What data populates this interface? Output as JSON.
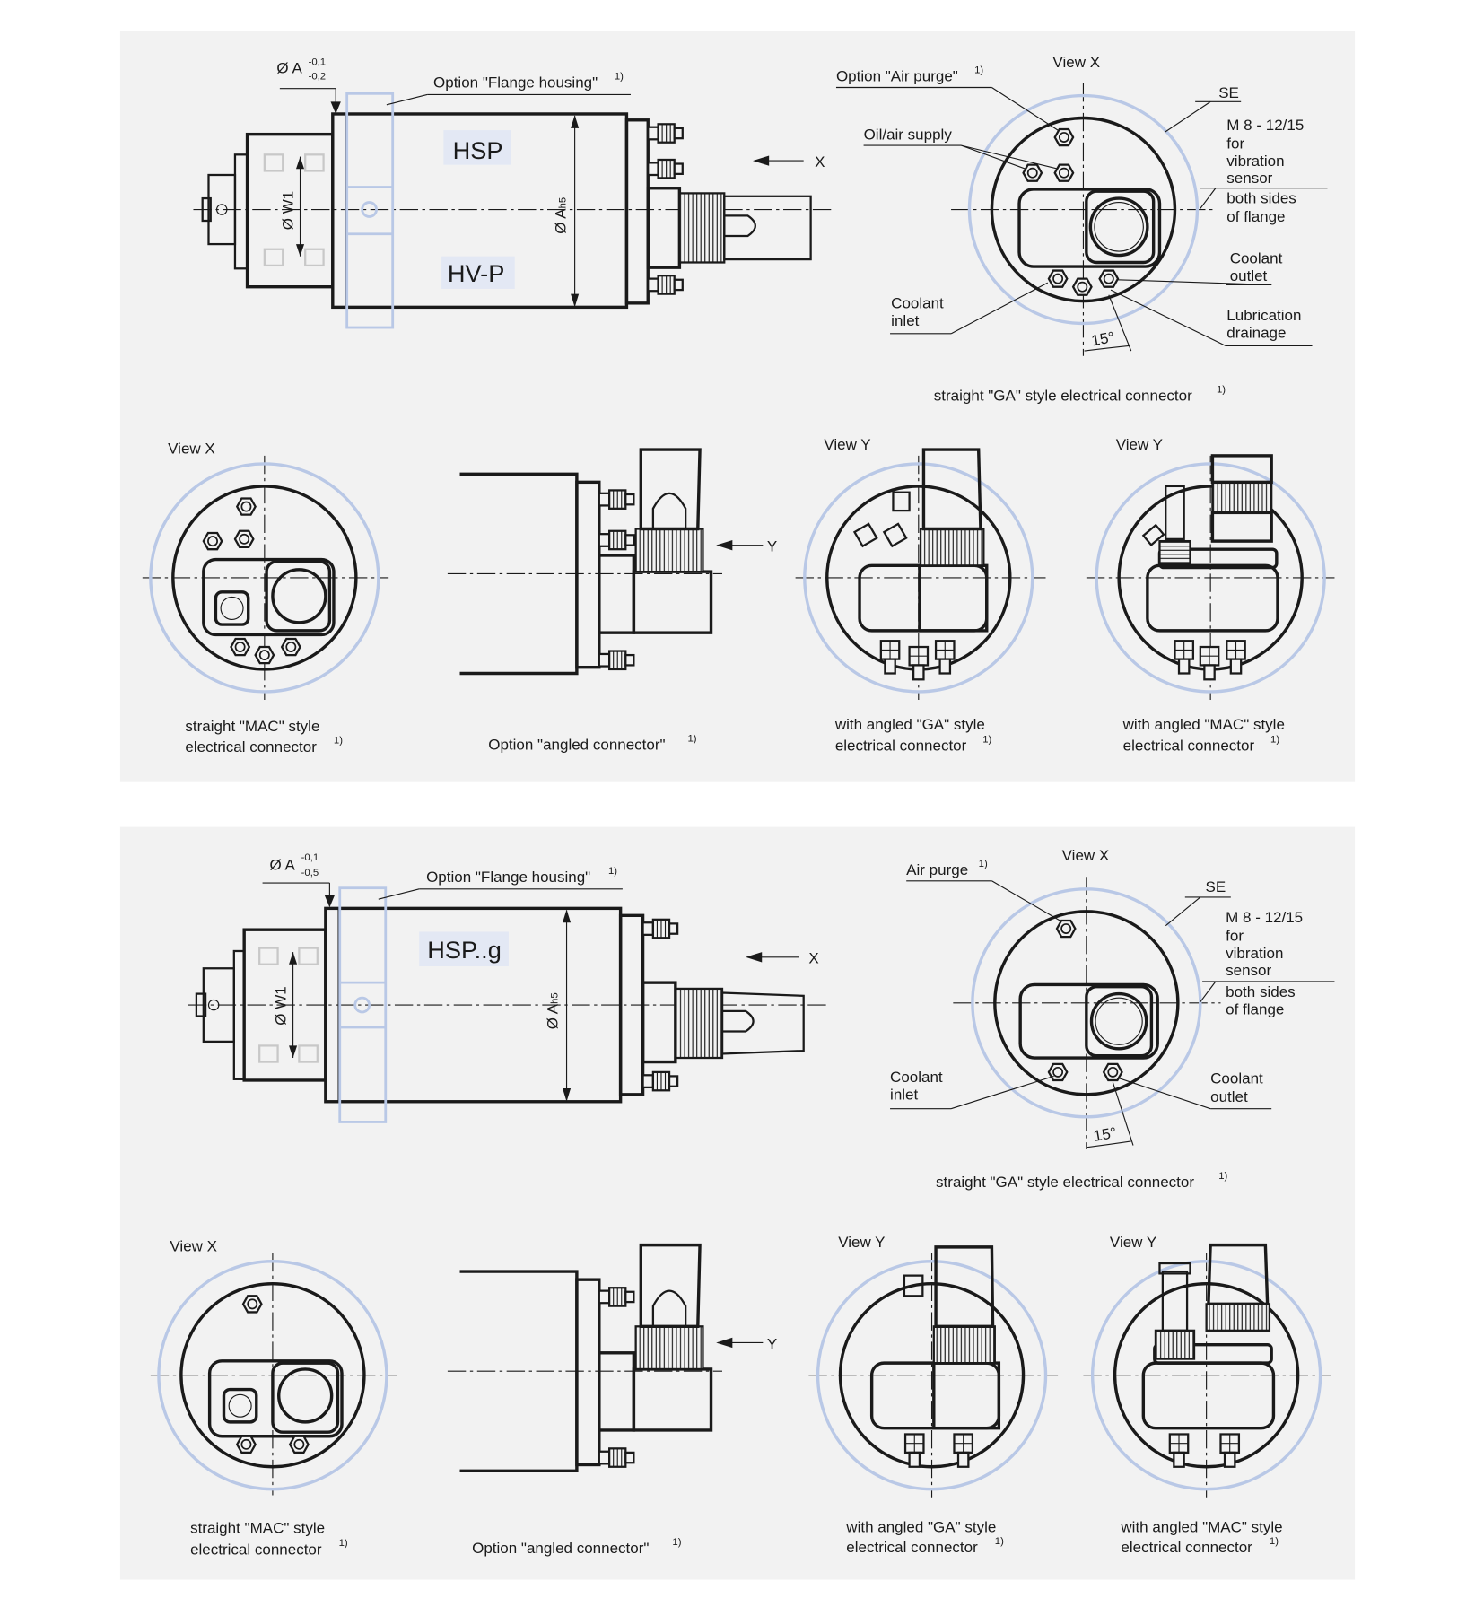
{
  "footnote": "1)",
  "panels": [
    {
      "side": {
        "dim_a": "Ø A",
        "tol_upper": "-0,1",
        "tol_lower": "-0,2",
        "flange_option": "Option \"Flange housing\"",
        "model_top": "HSP",
        "model_bottom": "HV-P",
        "dim_w1": "Ø W1",
        "dim_ah": "Ø A",
        "dim_ah_sub": "h5",
        "arrow_label": "X"
      },
      "view_x": {
        "title": "View X",
        "air_purge": "Option \"Air purge\"",
        "oil_air": "Oil/air supply",
        "se": "SE",
        "sensor_lines": [
          "M 8 - 12/15",
          "for",
          "vibration",
          "sensor",
          "both sides",
          "of flange"
        ],
        "coolant_outlet": [
          "Coolant",
          "outlet"
        ],
        "lubrication": [
          "Lubrication",
          "drainage"
        ],
        "coolant_inlet": [
          "Coolant",
          "inlet"
        ],
        "angle": "15°",
        "caption": "straight \"GA\" style electrical connector"
      },
      "bottom": {
        "view_x_title": "View X",
        "mac_caption": [
          "straight \"MAC\" style",
          "electrical connector"
        ],
        "angled_caption": "Option \"angled connector\"",
        "arrow_label": "Y",
        "view_y1_title": "View Y",
        "ga_caption": [
          "with angled \"GA\" style",
          "electrical connector"
        ],
        "view_y2_title": "View Y",
        "mac_angled_caption": [
          "with angled \"MAC\" style",
          "electrical connector"
        ]
      }
    },
    {
      "side": {
        "dim_a": "Ø A",
        "tol_upper": "-0,1",
        "tol_lower": "-0,5",
        "flange_option": "Option \"Flange housing\"",
        "model_top": "HSP..g",
        "dim_w1": "Ø W1",
        "dim_ah": "Ø A",
        "dim_ah_sub": "h5",
        "arrow_label": "X"
      },
      "view_x": {
        "title": "View X",
        "air_purge": "Air purge",
        "se": "SE",
        "sensor_lines": [
          "M 8 - 12/15",
          "for",
          "vibration",
          "sensor",
          "both sides",
          "of flange"
        ],
        "coolant_inlet": [
          "Coolant",
          "inlet"
        ],
        "coolant_outlet": [
          "Coolant",
          "outlet"
        ],
        "angle": "15°",
        "caption": "straight \"GA\" style electrical connector"
      },
      "bottom": {
        "view_x_title": "View X",
        "mac_caption": [
          "straight \"MAC\" style",
          "electrical connector"
        ],
        "angled_caption": "Option \"angled connector\"",
        "arrow_label": "Y",
        "view_y1_title": "View Y",
        "ga_caption": [
          "with angled \"GA\" style",
          "electrical connector"
        ],
        "view_y2_title": "View Y",
        "mac_angled_caption": [
          "with angled \"MAC\" style",
          "electrical connector"
        ]
      }
    }
  ]
}
